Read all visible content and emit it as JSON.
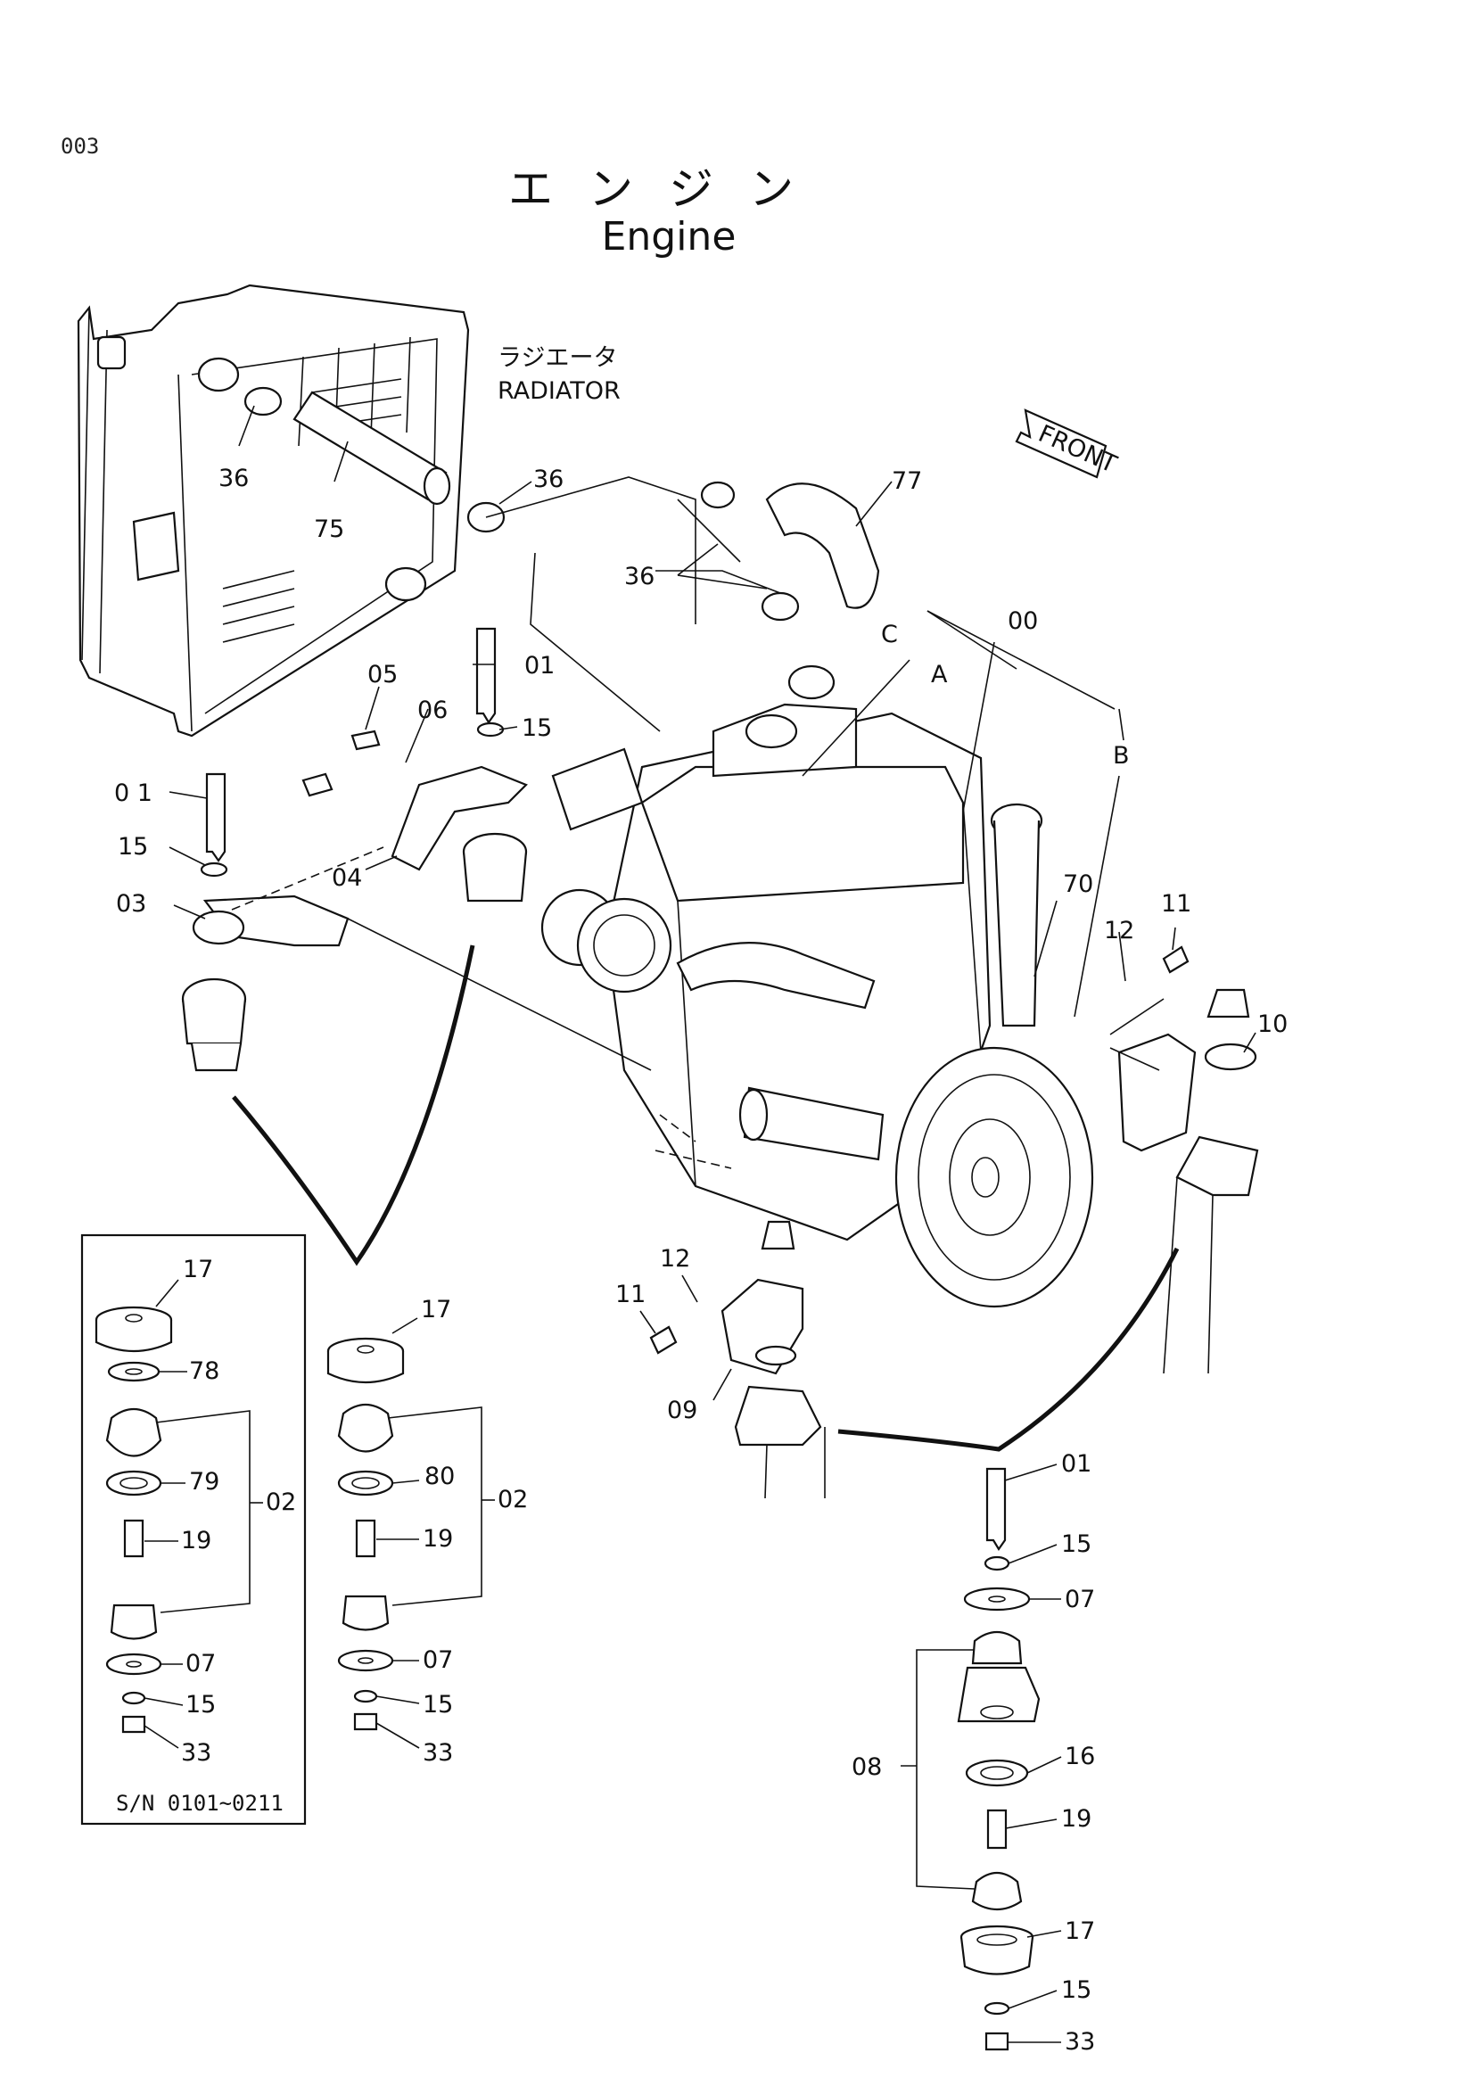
{
  "page": {
    "number": "003",
    "title_jp": "エンジン",
    "title_en": "Engine"
  },
  "radiator": {
    "label_jp": "ラジエータ",
    "label_en": "RADIATOR"
  },
  "front_arrow": "FRONT",
  "reference_letters": [
    "A",
    "B",
    "C"
  ],
  "callouts": {
    "c00": "00",
    "c01a": "01",
    "c01b": "0 1",
    "c01c": "01",
    "c03": "03",
    "c04": "04",
    "c05": "05",
    "c06": "06",
    "c09": "09",
    "c10": "10",
    "c11a": "11",
    "c11b": "11",
    "c12a": "12",
    "c12b": "12",
    "c15a": "15",
    "c15b": "15",
    "c15c": "15",
    "c36a": "36",
    "c36b": "36",
    "c36c": "36",
    "c70": "70",
    "c75": "75",
    "c77": "77"
  },
  "kit_left": {
    "serial_range": "S/N  0101~0211",
    "group": "02",
    "items": [
      "17",
      "78",
      "79",
      "19",
      "07",
      "15",
      "33"
    ]
  },
  "kit_middle": {
    "group": "02",
    "items": [
      "17",
      "80",
      "19",
      "07",
      "15",
      "33"
    ]
  },
  "kit_right": {
    "group": "08",
    "items": [
      "01",
      "15",
      "07",
      "16",
      "19",
      "17",
      "15",
      "33"
    ]
  }
}
